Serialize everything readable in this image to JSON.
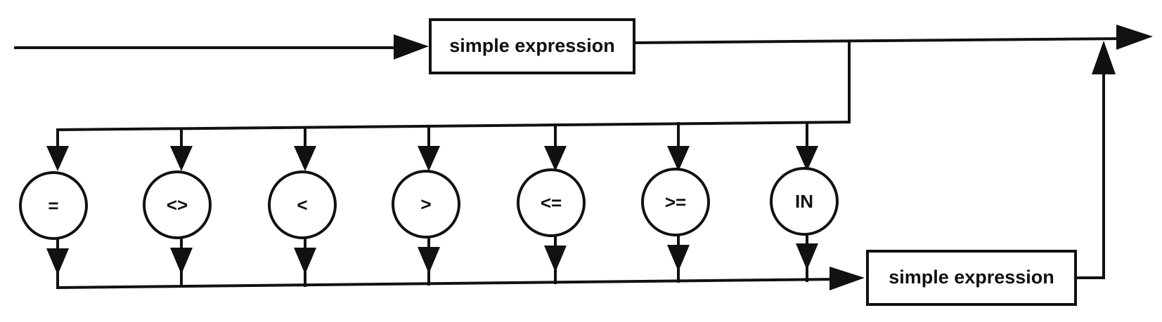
{
  "diagram": {
    "boxes": {
      "top": "simple expression",
      "bottom": "simple expression"
    },
    "operators": [
      "=",
      "<>",
      "<",
      ">",
      "<=",
      ">=",
      "IN"
    ],
    "colors": {
      "stroke": "#111111",
      "background": "#ffffff"
    }
  }
}
